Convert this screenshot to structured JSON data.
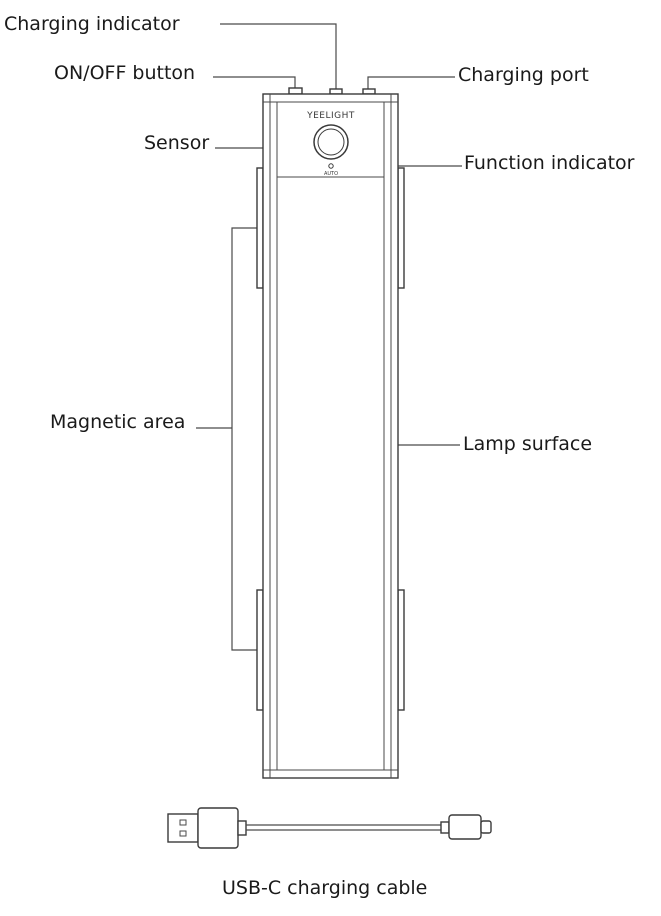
{
  "labels": {
    "charging_indicator": "Charging indicator",
    "on_off_button": "ON/OFF button",
    "charging_port": "Charging port",
    "sensor": "Sensor",
    "function_indicator": "Function indicator",
    "magnetic_area": "Magnetic area",
    "lamp_surface": "Lamp surface",
    "usb_cable": "USB-C charging cable"
  },
  "device": {
    "brand": "YEELIGHT",
    "mode_label": "AUTO"
  },
  "colors": {
    "line": "#4a4a4a",
    "text": "#1a1a1a",
    "background": "#ffffff"
  }
}
